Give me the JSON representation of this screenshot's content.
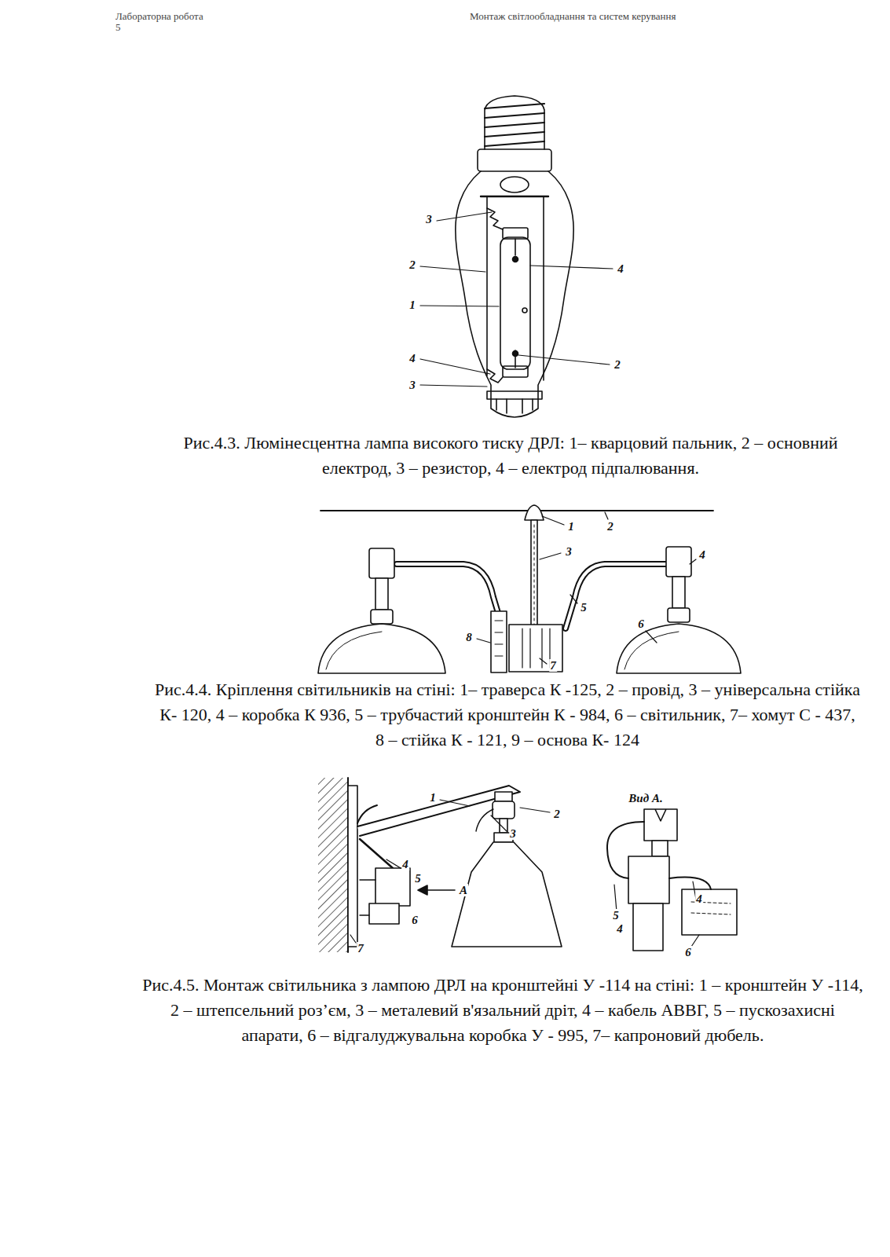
{
  "diagram": {
    "labels": [
      "Лабораторна робота 5",
      "Монтаж світлообладнання та систем керування",
      "3",
      "2",
      "1",
      "4",
      "4",
      "3",
      "2",
      "Рис.4.3. Люмінесцентна лампа високого тиску ДРЛ: 1– кварцовий пальник, 2 – основний електрод, 3 – резистор, 4 – електрод підпалювання.",
      "1",
      "2",
      "3",
      "4",
      "5",
      "6",
      "7",
      "8",
      "Рис.4.4. Кріплення світильників на стіні: 1– траверса К -125, 2 – провід, 3 – універсальна стійка К- 120, 4 – коробка К 936, 5 – трубчастий кронштейн К - 984, 6 – світильник, 7– хомут С - 437, 8 – стійка К - 121, 9 – основа К- 124",
      "1",
      "2",
      "3",
      "Вид А.",
      "4",
      "5",
      "А",
      "6",
      "7",
      "4",
      "5",
      "4",
      "6",
      "Рис.4.5. Монтаж світильника з лампою ДРЛ на кронштейні У -114 на стіні: 1 – кронштейн У -114, 2 – штепсельний роз’єм, 3 – металевий в'язальний дріт, 4 – кабель АВВГ, 5 – пускозахисні апарати, 6 – відгалуджувальна коробка У - 995, 7– капроновий дюбель."
    ]
  }
}
